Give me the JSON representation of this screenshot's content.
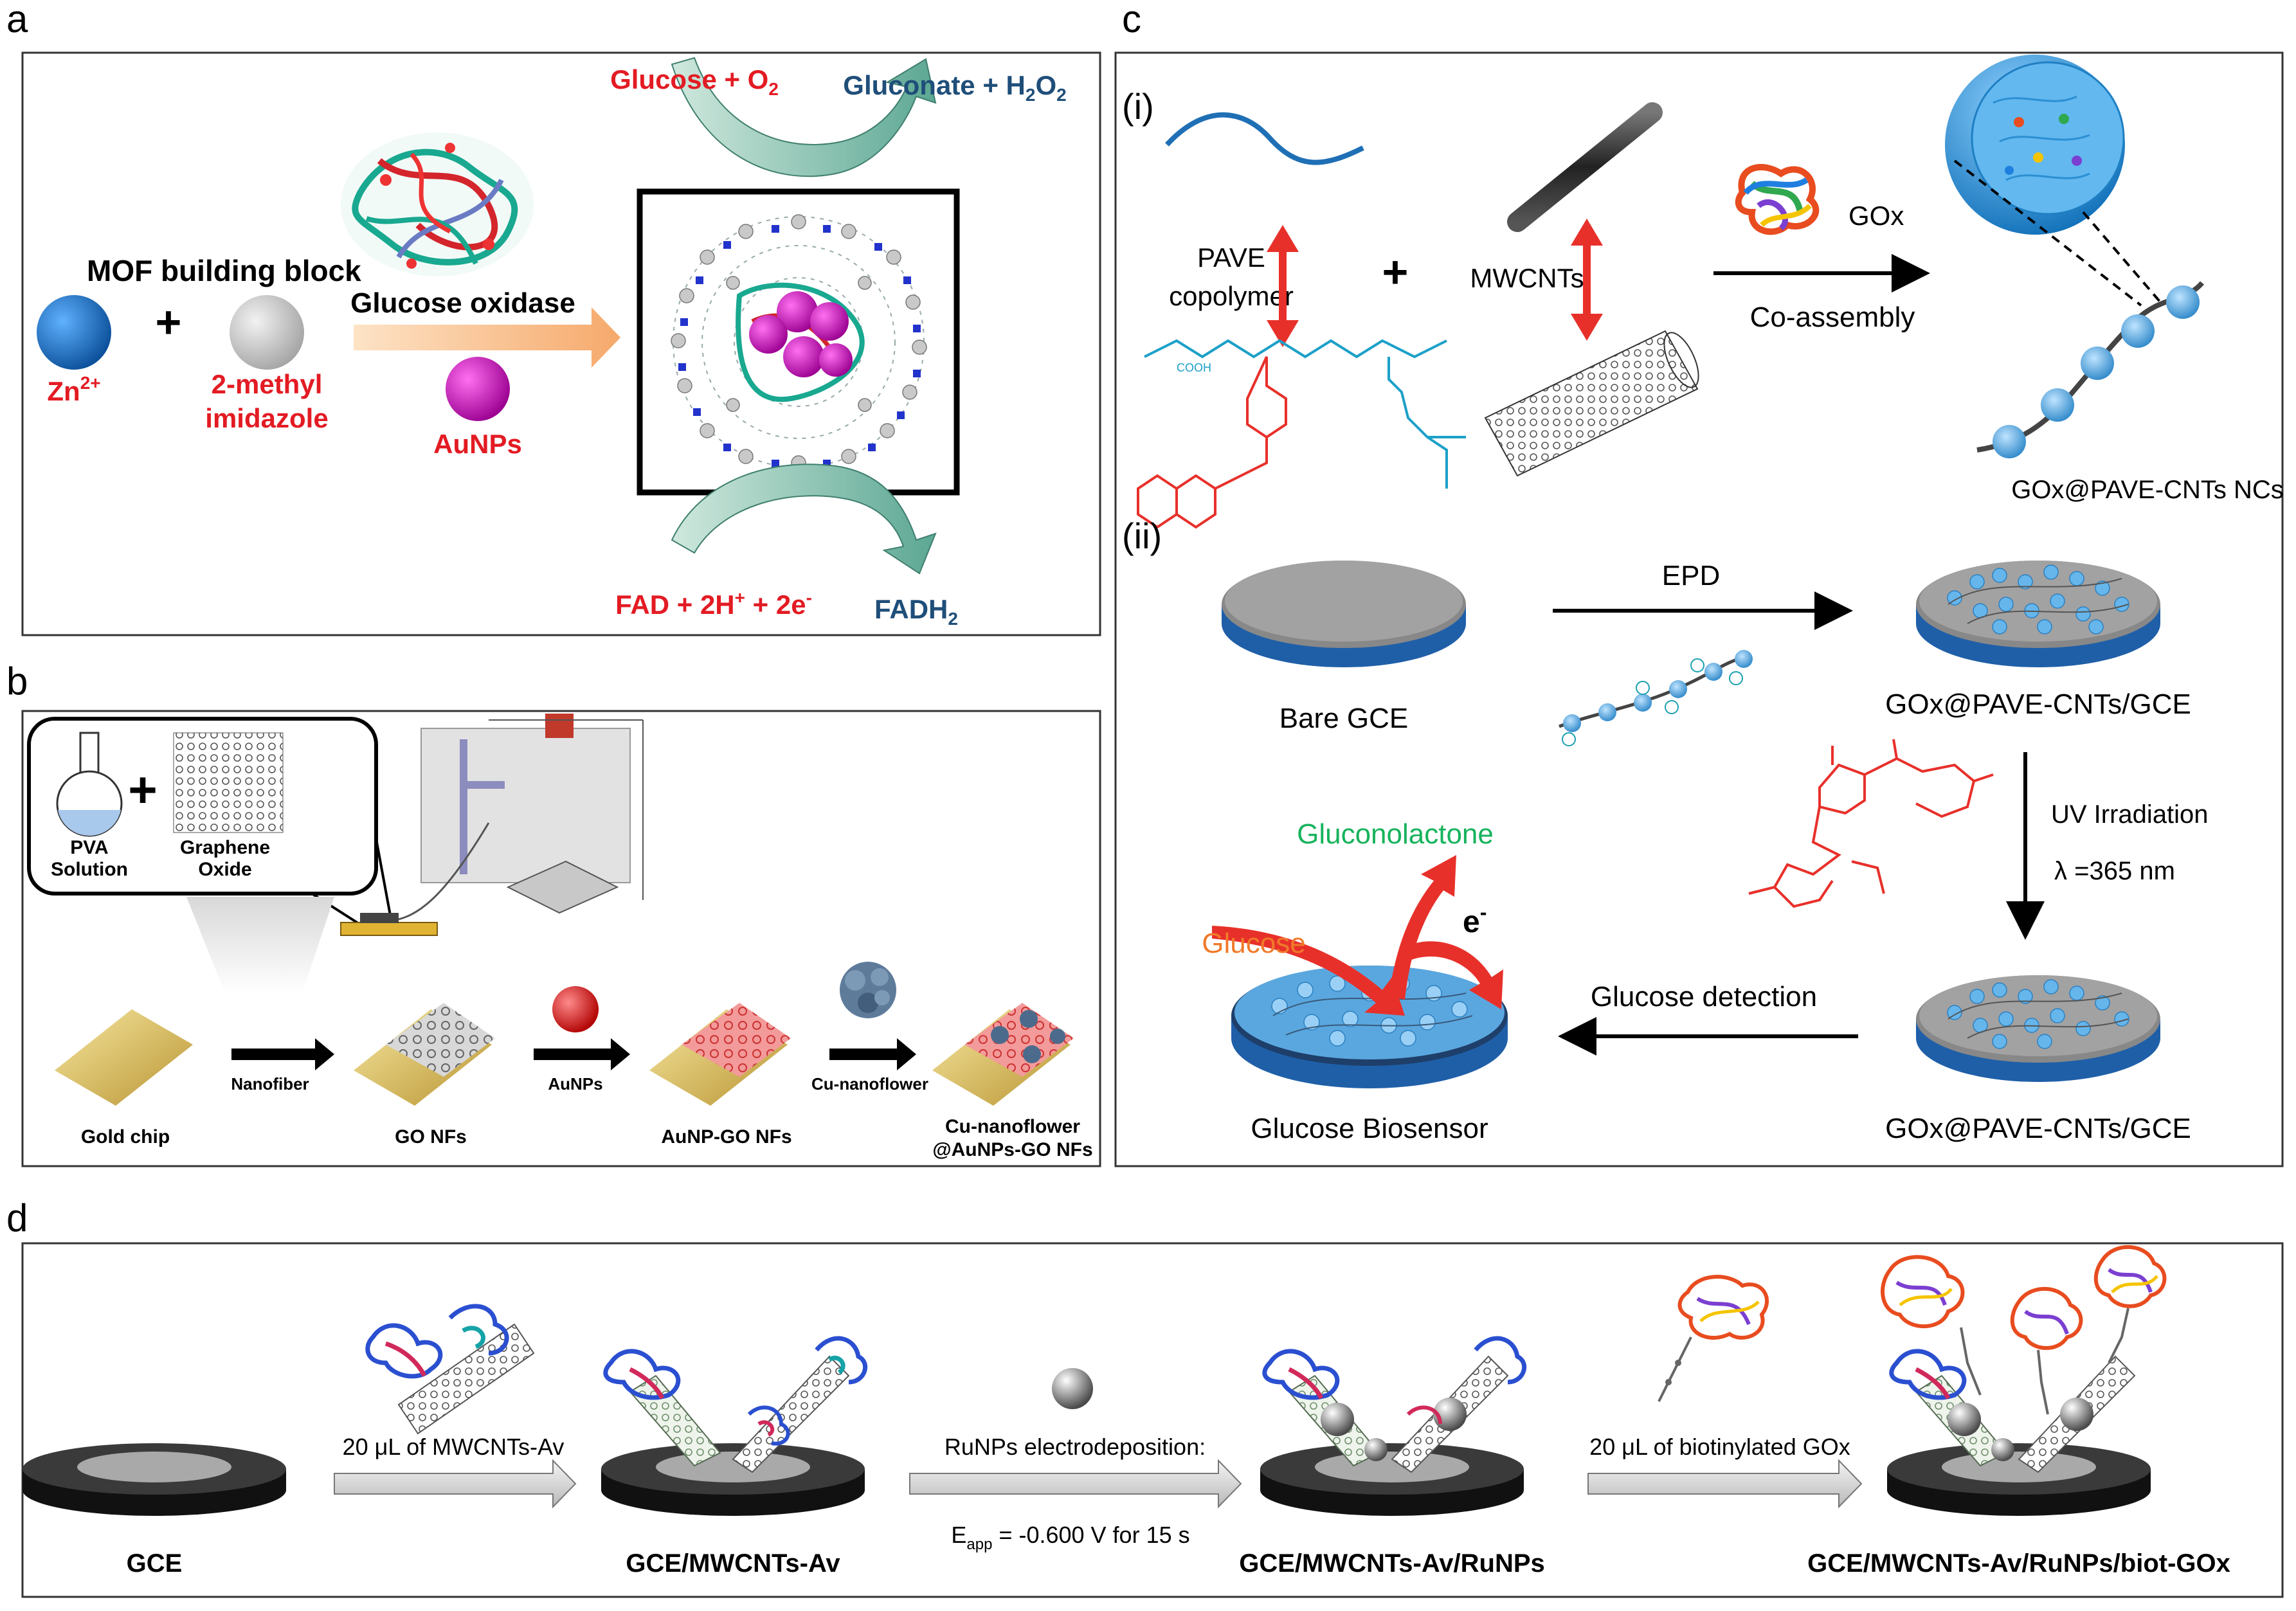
{
  "colors": {
    "red_text": "#e31b23",
    "blue_text": "#1f4e79",
    "green_text": "#16b35c",
    "orange_text": "#f07a2a",
    "zn_blue": "#1565b6",
    "imidazole_gray": "#c8c8c8",
    "aunp_magenta": "#c410b6",
    "sensor_blue": "#4d9fd8",
    "red_arrow": "#e8302a"
  },
  "panel_a": {
    "letter": "a",
    "mof_building_block": "MOF building block",
    "zn": "Zn",
    "zn_sup": "2+",
    "imidazole_line1": "2-methyl",
    "imidazole_line2": "imidazole",
    "plus": "+",
    "glucose_oxidase": "Glucose oxidase",
    "aunps": "AuNPs",
    "glucose_o2_a": "Glucose + O",
    "glucose_o2_sub": "2",
    "gluconate_a": "Gluconate + H",
    "gluconate_sub1": "2",
    "gluconate_b": "O",
    "gluconate_sub2": "2",
    "fad_a": "FAD + 2H",
    "fad_sup1": "+",
    "fad_b": " + 2e",
    "fad_sup2": "-",
    "fadh_a": "FADH",
    "fadh_sub": "2"
  },
  "panel_b": {
    "letter": "b",
    "pva_line1": "PVA",
    "pva_line2": "Solution",
    "go_line1": "Graphene",
    "go_line2": "Oxide",
    "step1": "Nanofiber",
    "step2": "AuNPs",
    "step3": "Cu-nanoflower",
    "s1": "Gold chip",
    "s2": "GO NFs",
    "s3": "AuNP-GO NFs",
    "s4_line1": "Cu-nanoflower",
    "s4_line2": "@AuNPs-GO NFs"
  },
  "panel_c": {
    "letter": "c",
    "part_i": "(i)",
    "part_ii": "(ii)",
    "pave_line1": "PAVE",
    "pave_line2": "copolymer",
    "mwcnts": "MWCNTs",
    "gox": "GOx",
    "co_assembly": "Co-assembly",
    "ncs": "GOx@PAVE-CNTs NCs",
    "bare_gce": "Bare GCE",
    "epd": "EPD",
    "gox_gce_top": "GOx@PAVE-CNTs/GCE",
    "uv": "UV Irradiation",
    "lambda": "λ =365 nm",
    "gox_gce_bottom": "GOx@PAVE-CNTs/GCE",
    "glucose_detection": "Glucose detection",
    "gluconolactone": "Gluconolactone",
    "glucose": "Glucose",
    "electron": "e",
    "electron_sup": "-",
    "biosensor": "Glucose Biosensor",
    "cooh": "COOH"
  },
  "panel_d": {
    "letter": "d",
    "gce": "GCE",
    "step1": "20 μL of MWCNTs-Av",
    "s2": "GCE/MWCNTs-Av",
    "step2": "RuNPs electrodeposition:",
    "eapp_a": "E",
    "eapp_sub": "app",
    "eapp_b": " = -0.600 V for 15 s",
    "s3": "GCE/MWCNTs-Av/RuNPs",
    "step3": "20 μL of biotinylated GOx",
    "s4": "GCE/MWCNTs-Av/RuNPs/biot-GOx"
  }
}
